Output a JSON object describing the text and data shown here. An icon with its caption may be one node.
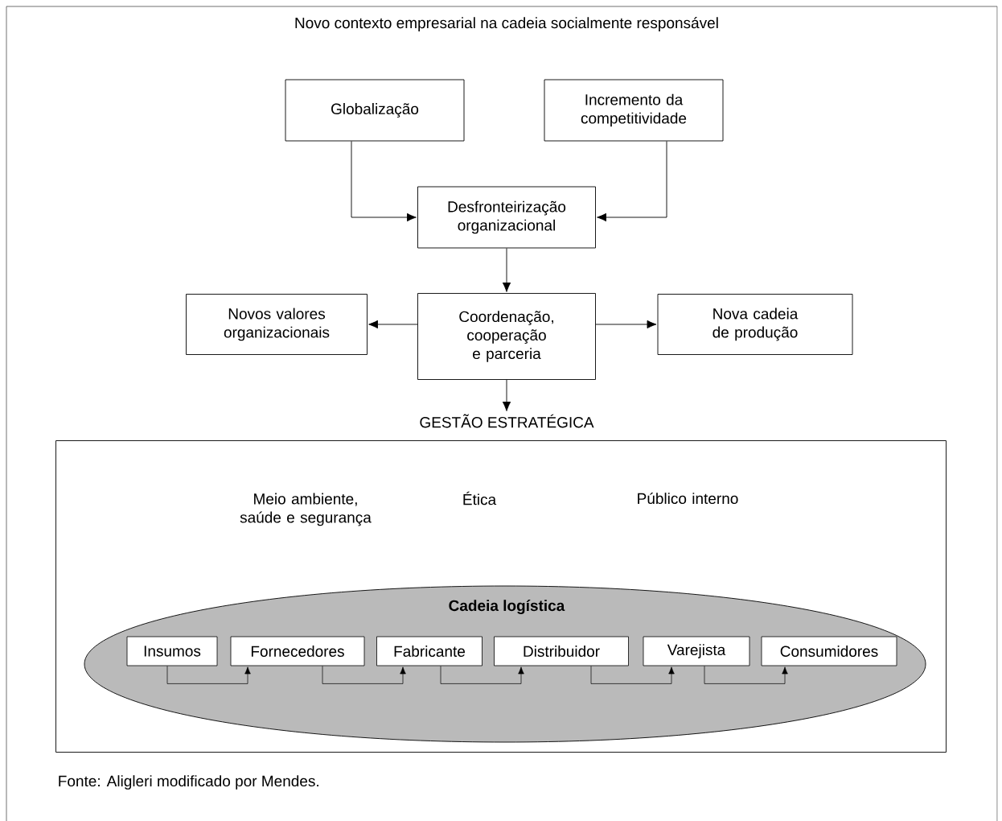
{
  "diagram": {
    "title": "Novo contexto empresarial na cadeia socialmente responsável",
    "caption": "Fonte: Aligleri modificado por Mendes.",
    "nodes": [
      {
        "text": [
          "Globalização"
        ]
      },
      {
        "text": [
          "Incremento da competitividade"
        ]
      },
      {
        "text": [
          "Desfronteirização organizacional"
        ]
      },
      {
        "text": [
          "Novos valores organizacionais"
        ]
      },
      {
        "text": [
          "Coordenação, cooperação e parceria"
        ]
      },
      {
        "text": [
          "Nova cadeia de produção"
        ]
      },
      {
        "text": [
          "GESTÃO ESTRATÉGICA"
        ]
      },
      {
        "text": [
          "Meio ambiente, saúde e segurança",
          "Ética",
          "Público interno"
        ]
      },
      {
        "text": [
          "**Cadeia logística**"
        ],
        "in": 7
      },
      {
        "text": [
          "Insumos"
        ],
        "in": 8
      },
      {
        "text": [
          "Fornecedores"
        ],
        "in": 8
      },
      {
        "text": [
          "Fabricante"
        ],
        "in": 8
      },
      {
        "text": [
          "Distribuidor"
        ],
        "in": 8
      },
      {
        "text": [
          "Varejista"
        ],
        "in": 8
      },
      {
        "text": [
          "Consumidores"
        ],
        "in": 8
      }
    ],
    "edges": [
      {
        "from": 0,
        "to": 2,
        "arrow": "to"
      },
      {
        "from": 1,
        "to": 2,
        "arrow": "to"
      },
      {
        "from": 2,
        "to": 4,
        "arrow": "to"
      },
      {
        "from": 4,
        "to": 3,
        "arrow": "to"
      },
      {
        "from": 4,
        "to": 5,
        "arrow": "to"
      },
      {
        "from": 4,
        "to": 6,
        "arrow": "to"
      },
      {
        "from": 9,
        "to": 10,
        "arrow": "to"
      },
      {
        "from": 10,
        "to": 11,
        "arrow": "to"
      },
      {
        "from": 11,
        "to": 12,
        "arrow": "to"
      },
      {
        "from": 12,
        "to": 13,
        "arrow": "to"
      },
      {
        "from": 13,
        "to": 14,
        "arrow": "to"
      }
    ]
  }
}
